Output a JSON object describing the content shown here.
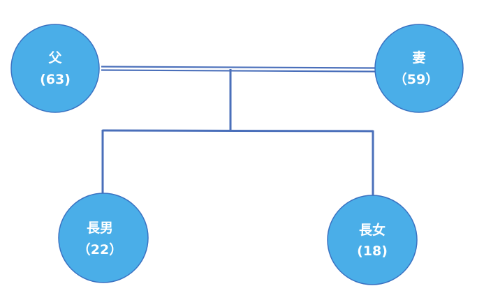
{
  "colors": {
    "node_fill": "#4aaee8",
    "node_stroke": "#3a72c2",
    "line": "#4a6fba",
    "text": "#ffffff"
  },
  "nodes": {
    "father": {
      "name": "父",
      "age": "(63)"
    },
    "wife": {
      "name": "妻",
      "age": "（59）"
    },
    "eldest_son": {
      "name": "長男",
      "age": "（22）"
    },
    "eldest_daughter": {
      "name": "長女",
      "age": "(18)"
    }
  }
}
